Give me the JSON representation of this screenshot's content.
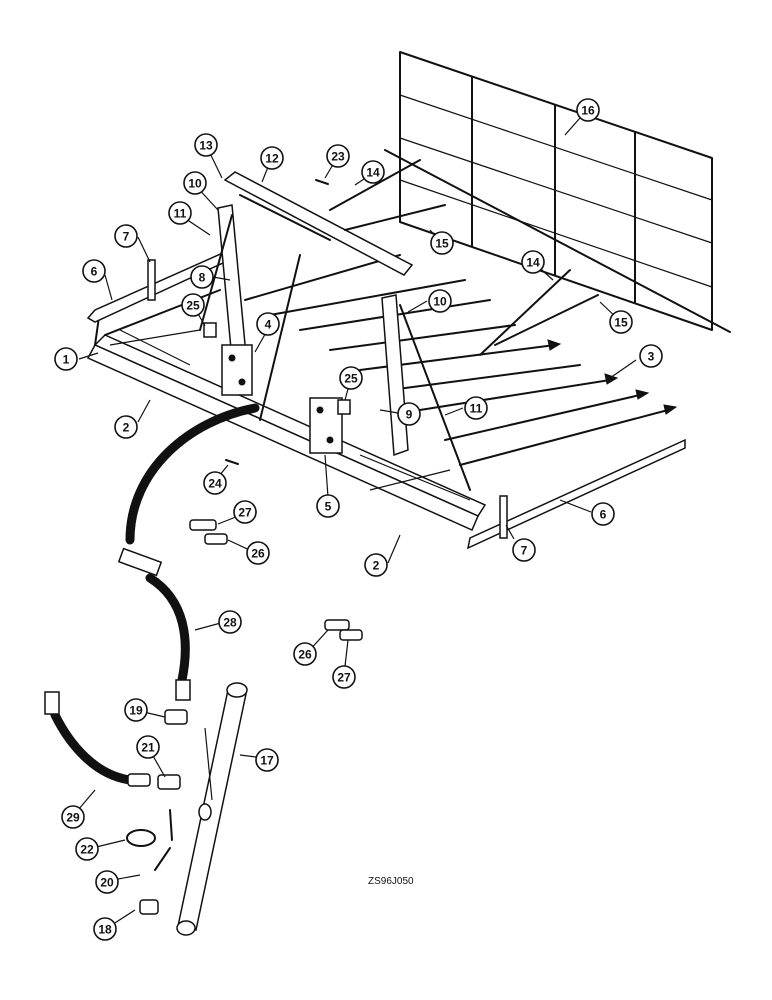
{
  "drawing_code": "ZS96J050",
  "callouts": [
    {
      "id": "c1",
      "label": "1"
    },
    {
      "id": "c2a",
      "label": "2"
    },
    {
      "id": "c2b",
      "label": "2"
    },
    {
      "id": "c3",
      "label": "3"
    },
    {
      "id": "c4",
      "label": "4"
    },
    {
      "id": "c5",
      "label": "5"
    },
    {
      "id": "c6a",
      "label": "6"
    },
    {
      "id": "c6b",
      "label": "6"
    },
    {
      "id": "c7a",
      "label": "7"
    },
    {
      "id": "c7b",
      "label": "7"
    },
    {
      "id": "c8",
      "label": "8"
    },
    {
      "id": "c9",
      "label": "9"
    },
    {
      "id": "c10a",
      "label": "10"
    },
    {
      "id": "c10b",
      "label": "10"
    },
    {
      "id": "c11a",
      "label": "11"
    },
    {
      "id": "c11b",
      "label": "11"
    },
    {
      "id": "c12",
      "label": "12"
    },
    {
      "id": "c13",
      "label": "13"
    },
    {
      "id": "c14a",
      "label": "14"
    },
    {
      "id": "c14b",
      "label": "14"
    },
    {
      "id": "c15a",
      "label": "15"
    },
    {
      "id": "c15b",
      "label": "15"
    },
    {
      "id": "c16",
      "label": "16"
    },
    {
      "id": "c17",
      "label": "17"
    },
    {
      "id": "c18",
      "label": "18"
    },
    {
      "id": "c19",
      "label": "19"
    },
    {
      "id": "c20",
      "label": "20"
    },
    {
      "id": "c21",
      "label": "21"
    },
    {
      "id": "c22",
      "label": "22"
    },
    {
      "id": "c23",
      "label": "23"
    },
    {
      "id": "c24",
      "label": "24"
    },
    {
      "id": "c25a",
      "label": "25"
    },
    {
      "id": "c25b",
      "label": "25"
    },
    {
      "id": "c26a",
      "label": "26"
    },
    {
      "id": "c26b",
      "label": "26"
    },
    {
      "id": "c27a",
      "label": "27"
    },
    {
      "id": "c27b",
      "label": "27"
    },
    {
      "id": "c28",
      "label": "28"
    },
    {
      "id": "c29",
      "label": "29"
    }
  ]
}
